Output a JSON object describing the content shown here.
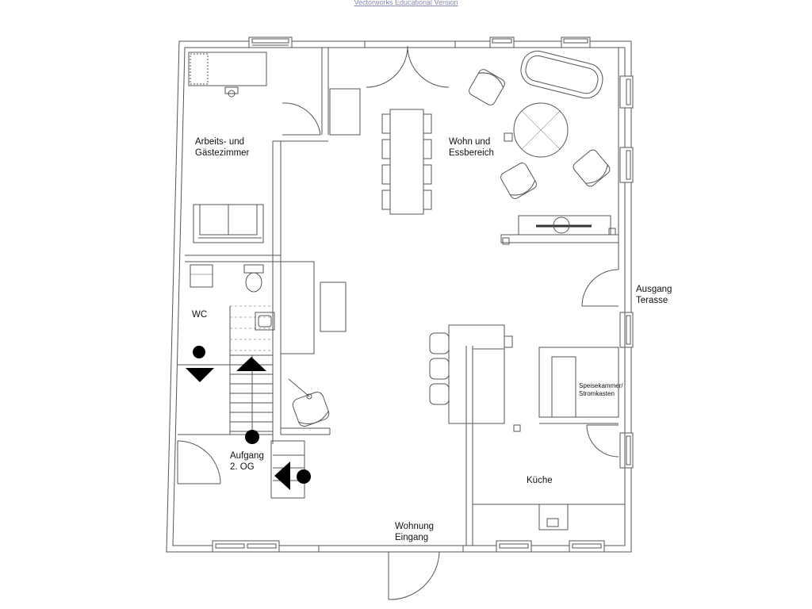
{
  "watermark": "Vectorworks Educational Version",
  "rooms": {
    "office_line1": "Arbeits- und",
    "office_line2": "Gästezimmer",
    "living_line1": "Wohn und",
    "living_line2": "Essbereich",
    "exit_line1": "Ausgang",
    "exit_line2": "Terasse",
    "wc": "WC",
    "pantry_line1": "Speisekammer/",
    "pantry_line2": "Stromkasten",
    "stairs_line1": "Aufgang",
    "stairs_line2": "2. OG",
    "kitchen": "Küche",
    "entrance_line1": "Wohnung",
    "entrance_line2": "Eingang"
  },
  "colors": {
    "wall": "#555555",
    "furniture": "#777777",
    "fill_light": "#f4f4f4",
    "watermark": "#8a8ab4"
  }
}
